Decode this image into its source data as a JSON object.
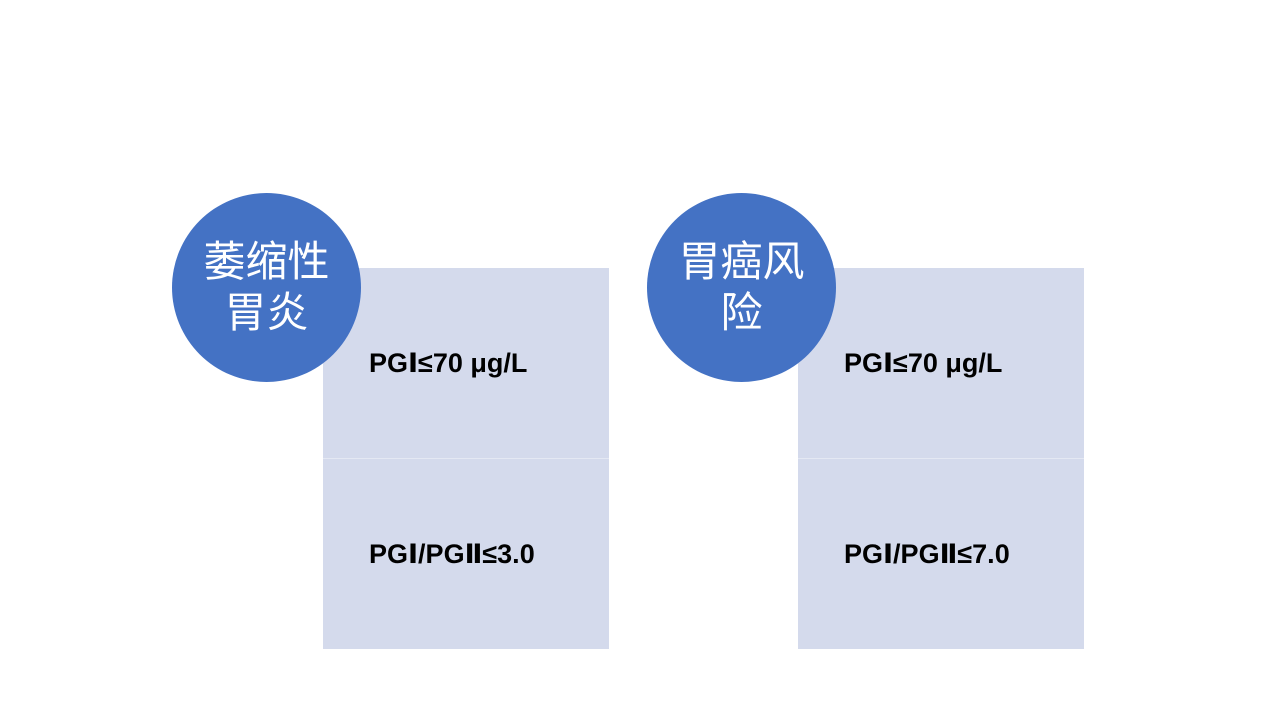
{
  "slide": {
    "groups": [
      {
        "circle_lines": [
          "萎缩性",
          "胃炎"
        ],
        "criteria": [
          "PGⅠ≤70 μg/L",
          "PGⅠ/PGⅡ≤3.0"
        ]
      },
      {
        "circle_lines": [
          "胃癌风",
          "险"
        ],
        "criteria": [
          "PGⅠ≤70 μg/L",
          "PGⅠ/PGⅡ≤7.0"
        ]
      }
    ]
  },
  "colors": {
    "circle_fill": "#4472c4",
    "card_fill": "#d4daec",
    "circle_text": "#ffffff",
    "criterion_text": "#000000"
  }
}
